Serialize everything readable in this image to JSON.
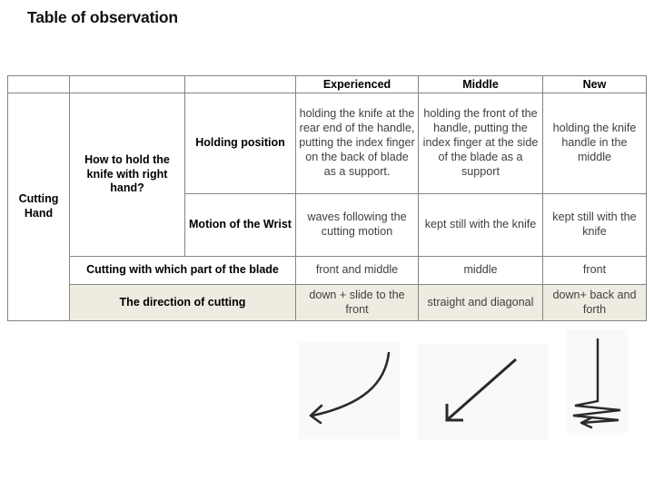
{
  "slide": {
    "title": "Table of observation"
  },
  "table": {
    "header": {
      "experienced": "Experienced",
      "middle": "Middle",
      "new": "New"
    },
    "cutting_hand_label": "Cutting Hand",
    "how_to_hold_label": "How to hold the knife with right hand?",
    "holding_position": {
      "label": "Holding position",
      "experienced": "holding the knife at the rear end of the handle, putting the index finger on the back of blade as a support.",
      "middle": "holding the front of the handle, putting the index finger at the side of the blade as a support",
      "new": "holding the knife handle in the middle"
    },
    "motion_of_wrist": {
      "label": "Motion of the Wrist",
      "experienced": "waves following the cutting motion",
      "middle": "kept still with the knife",
      "new": "kept still with the knife"
    },
    "blade_part": {
      "label": "Cutting with which part of the blade",
      "experienced": "front and middle",
      "middle": "middle",
      "new": "front"
    },
    "direction": {
      "label": "The direction of cutting",
      "experienced": "down + slide to the front",
      "middle": "straight and diagonal",
      "new": "down+ back and forth"
    }
  },
  "arrows": {
    "experienced": "curve-down-then-left-arrow",
    "middle": "diagonal-down-left-arrow",
    "new": "down-then-zigzag-left-arrow"
  },
  "colors": {
    "highlight_row_bg": "#EEECE1",
    "table_border": "#848484",
    "arrow_stroke": "#2a2a2a",
    "arrow_box_bg": "#f9f9f9",
    "body_text": "#404040"
  }
}
